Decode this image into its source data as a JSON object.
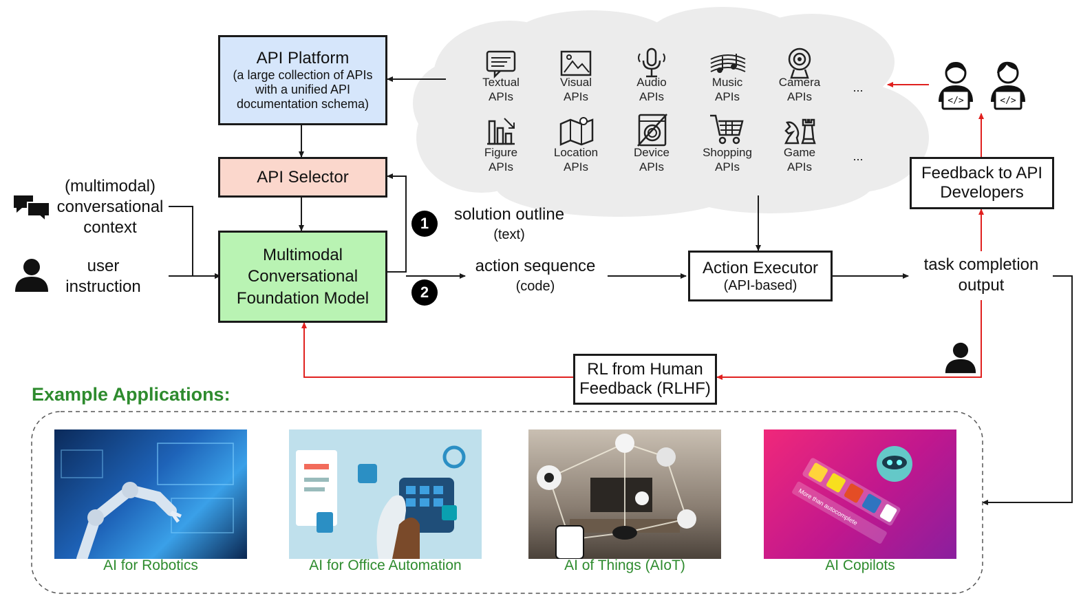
{
  "api_platform": {
    "title": "API Platform",
    "line1": "(a large collection of APIs",
    "line2": "with a unified API",
    "line3": "documentation schema)",
    "color": "#d6e6fb"
  },
  "api_selector": {
    "label": "API Selector",
    "color": "#fbd7cc"
  },
  "foundation_model": {
    "line1": "Multimodal",
    "line2": "Conversational",
    "line3": "Foundation Model",
    "color": "#b9f3b3"
  },
  "inputs": {
    "context_line1": "(multimodal)",
    "context_line2": "conversational",
    "context_line3": "context",
    "instruction_line1": "user",
    "instruction_line2": "instruction"
  },
  "step1": {
    "number": "1",
    "line1": "solution outline",
    "line2": "(text)"
  },
  "step2": {
    "number": "2",
    "line1": "action sequence",
    "line2": "(code)"
  },
  "action_executor": {
    "line1": "Action Executor",
    "line2": "(API-based)"
  },
  "task_output": {
    "line1": "task completion",
    "line2": "output"
  },
  "feedback_devs": {
    "line1": "Feedback to API",
    "line2": "Developers"
  },
  "rlhf": {
    "line1": "RL from Human",
    "line2": "Feedback (RLHF)"
  },
  "cloud": {
    "row1": [
      {
        "l1": "Textual",
        "l2": "APIs",
        "icon": "text-icon"
      },
      {
        "l1": "Visual",
        "l2": "APIs",
        "icon": "image-icon"
      },
      {
        "l1": "Audio",
        "l2": "APIs",
        "icon": "microphone-icon"
      },
      {
        "l1": "Music",
        "l2": "APIs",
        "icon": "music-icon"
      },
      {
        "l1": "Camera",
        "l2": "APIs",
        "icon": "webcam-icon"
      }
    ],
    "row2": [
      {
        "l1": "Figure",
        "l2": "APIs",
        "icon": "chart-icon"
      },
      {
        "l1": "Location",
        "l2": "APIs",
        "icon": "map-icon"
      },
      {
        "l1": "Device",
        "l2": "APIs",
        "icon": "washing-machine-icon"
      },
      {
        "l1": "Shopping",
        "l2": "APIs",
        "icon": "cart-icon"
      },
      {
        "l1": "Game",
        "l2": "APIs",
        "icon": "chess-icon"
      }
    ],
    "ellipsis": "...",
    "color": "#ececec"
  },
  "examples": {
    "heading": "Example Applications:",
    "items": [
      {
        "caption": "AI for Robotics",
        "icon": "robot-arm-image"
      },
      {
        "caption": "AI for Office Automation",
        "icon": "office-automation-image"
      },
      {
        "caption": "AI of Things (AIoT)",
        "icon": "smart-home-image"
      },
      {
        "caption": "AI Copilots",
        "icon": "copilot-image"
      }
    ],
    "copilot_badge": "More than autocomplete",
    "caption_color": "#2e8b2e"
  },
  "colors": {
    "feedback_arrow": "#e0201e",
    "arrow": "#1a1a1a"
  }
}
